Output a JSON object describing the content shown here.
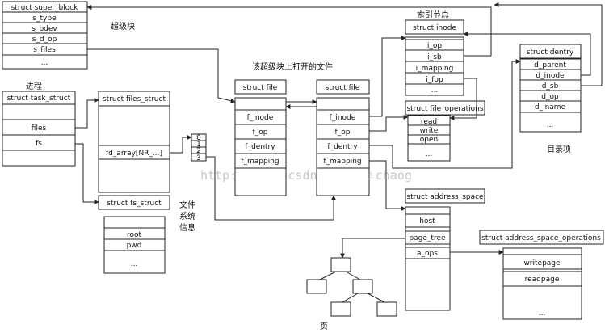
{
  "labels": {
    "superblock": "超级块",
    "process": "进程",
    "inode_title": "索引节点",
    "opened_files": "该超级块上打开的文件",
    "dentry_caption": "目录项",
    "fs_info_1": "文件",
    "fs_info_2": "系统",
    "fs_info_3": "信息",
    "page": "页",
    "watermark": "http://blog.csdn.net/shichaog"
  },
  "super_block": {
    "title": "struct super_block",
    "fields": [
      "s_type",
      "s_bdev",
      "s_d_op",
      "s_files",
      "..."
    ]
  },
  "task_struct": {
    "title": "struct task_struct",
    "fields": [
      "files",
      "fs"
    ]
  },
  "files_struct": {
    "title": "struct files_struct",
    "field": "fd_array[NR_...]"
  },
  "fd_indices": [
    "0",
    "1",
    "2",
    "3"
  ],
  "fs_struct": {
    "title": "struct fs_struct",
    "fields": [
      "root",
      "pwd",
      "..."
    ]
  },
  "file_a": {
    "title": "struct file",
    "fields": [
      "f_inode",
      "f_op",
      "f_dentry",
      "f_mapping"
    ]
  },
  "file_b": {
    "title": "struct file",
    "fields": [
      "f_inode",
      "f_op",
      "f_dentry",
      "f_mapping"
    ]
  },
  "inode": {
    "title": "struct inode",
    "fields": [
      "i_op",
      "i_sb",
      "i_mapping",
      "i_fop",
      "..."
    ]
  },
  "file_operations": {
    "title": "struct file_operations",
    "fields": [
      "read",
      "write",
      "open",
      "..."
    ]
  },
  "dentry": {
    "title": "struct dentry",
    "fields": [
      "d_parent",
      "d_inode",
      "d_sb",
      "d_op",
      "d_iname",
      "..."
    ]
  },
  "address_space": {
    "title": "struct address_space",
    "fields": [
      "host",
      "page_tree",
      "a_ops"
    ]
  },
  "address_space_operations": {
    "title": "struct address_space_operations",
    "fields": [
      "writepage",
      "readpage",
      "..."
    ]
  }
}
